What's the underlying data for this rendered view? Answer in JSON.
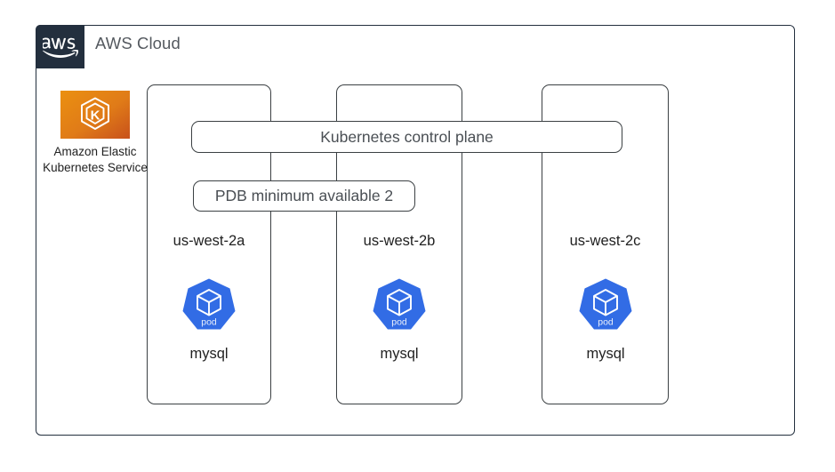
{
  "cloud": {
    "label": "AWS Cloud",
    "logo_icon": "aws-logo-icon",
    "border_color": "#232F3E"
  },
  "service": {
    "icon": "amazon-eks-icon",
    "label": "Amazon Elastic Kubernetes Service",
    "icon_gradient_from": "#E8820C",
    "icon_gradient_to": "#C8511B"
  },
  "control_plane": {
    "label": "Kubernetes control plane"
  },
  "pdb": {
    "label": "PDB minimum available 2"
  },
  "availability_zones": [
    {
      "name": "us-west-2a"
    },
    {
      "name": "us-west-2b"
    },
    {
      "name": "us-west-2c"
    }
  ],
  "pods": [
    {
      "icon": "kubernetes-pod-icon",
      "icon_text": "pod",
      "name": "mysql",
      "color": "#326CE5"
    },
    {
      "icon": "kubernetes-pod-icon",
      "icon_text": "pod",
      "name": "mysql",
      "color": "#326CE5"
    },
    {
      "icon": "kubernetes-pod-icon",
      "icon_text": "pod",
      "name": "mysql",
      "color": "#326CE5"
    }
  ]
}
